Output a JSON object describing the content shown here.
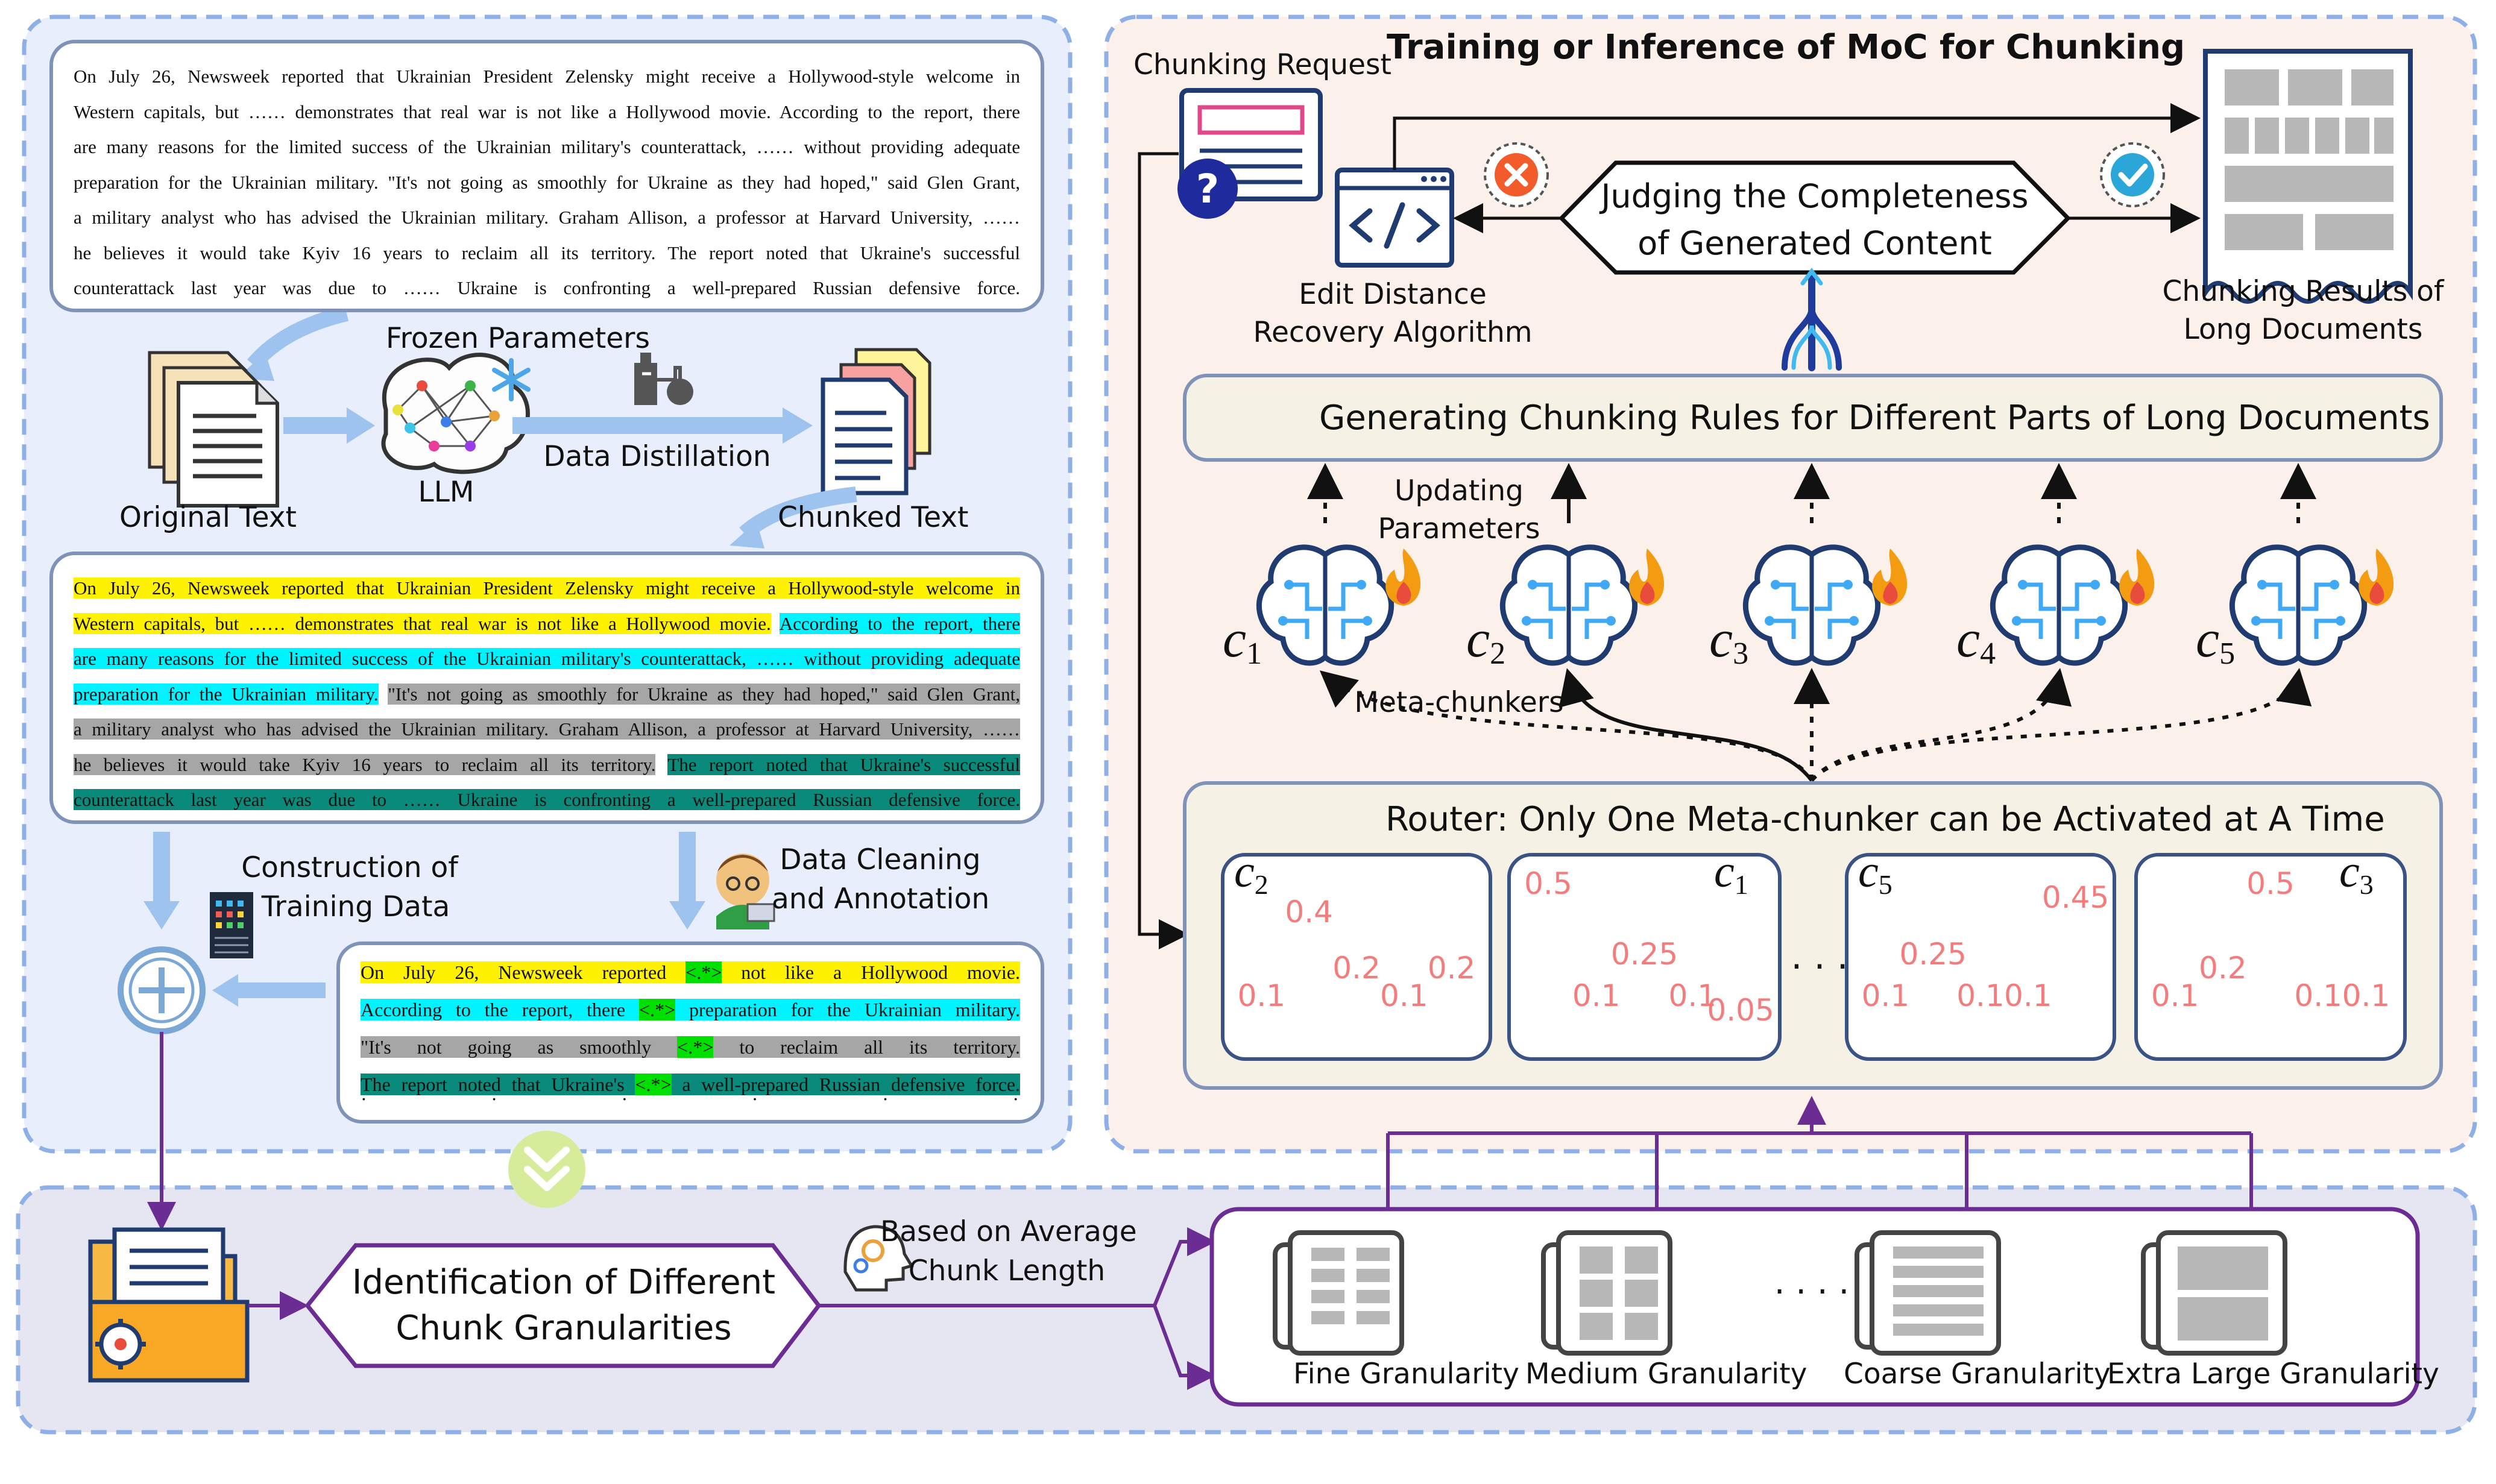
{
  "left_panel": {
    "original_text_lines": [
      "On July 26, Newsweek reported that Ukrainian President Zelensky might receive a Hollywood-style welcome in",
      "Western capitals, but …… demonstrates that real war is not like a Hollywood movie. According to the report, there",
      "are many reasons for the limited success of the Ukrainian military's counterattack, …… without providing adequate",
      "preparation for the Ukrainian military. \"It's not going as smoothly for Ukraine as they had hoped,\" said Glen Grant,",
      "a military analyst who has advised the Ukrainian military. Graham Allison, a professor at Harvard University, ……",
      "he believes it would take Kyiv 16 years to reclaim all its territory. The report noted that Ukraine's successful",
      "counterattack last year was due to …… Ukraine is confronting a well-prepared Russian defensive force."
    ],
    "chunked_text_lines": [
      [
        {
          "t": "On July 26, Newsweek reported that Ukrainian President Zelensky might receive a Hollywood-style welcome in",
          "c": "y"
        }
      ],
      [
        {
          "t": "Western capitals, but …… demonstrates that real war is not like a Hollywood movie.",
          "c": "y"
        },
        {
          "t": " ",
          "c": ""
        },
        {
          "t": "According to the report, there",
          "c": "c"
        }
      ],
      [
        {
          "t": "are many reasons for the limited success of the Ukrainian military's counterattack, …… without providing adequate",
          "c": "c"
        }
      ],
      [
        {
          "t": "preparation for the Ukrainian military.",
          "c": "c"
        },
        {
          "t": " ",
          "c": ""
        },
        {
          "t": "\"It's not going as smoothly for Ukraine as they had hoped,\" said Glen Grant,",
          "c": "g"
        }
      ],
      [
        {
          "t": "a military analyst who has advised the Ukrainian military. Graham Allison, a professor at Harvard University, ……",
          "c": "g"
        }
      ],
      [
        {
          "t": "he believes it would take Kyiv 16 years to reclaim all its territory.",
          "c": "g"
        },
        {
          "t": " ",
          "c": ""
        },
        {
          "t": "The report noted that Ukraine's successful",
          "c": "t"
        }
      ],
      [
        {
          "t": "counterattack last year was due to …… Ukraine is confronting a well-prepared Russian defensive force.",
          "c": "t"
        }
      ]
    ],
    "frozen_parameters": "Frozen Parameters",
    "original_text_label": "Original Text",
    "llm_label": "LLM",
    "data_distillation": "Data Distillation",
    "chunked_text_label": "Chunked Text",
    "construction_label_1": "Construction of",
    "construction_label_2": "Training Data",
    "cleaning_label_1": "Data Cleaning",
    "cleaning_label_2": "and Annotation",
    "training_examples": [
      {
        "pre": "On July 26, Newsweek reported ",
        "tag": "<.*>",
        "post": " not like a Hollywood movie.",
        "c": "y"
      },
      {
        "pre": "According to the report, there ",
        "tag": "<.*>",
        "post": " preparation for the Ukrainian military.",
        "c": "c"
      },
      {
        "pre": "\"It's not going as smoothly ",
        "tag": "<.*>",
        "post": " to reclaim all its territory.",
        "c": "g"
      },
      {
        "pre": "The report noted that Ukraine's ",
        "tag": "<.*>",
        "post": " a well-prepared Russian defensive force.",
        "c": "t"
      }
    ],
    "ellipsis": "· · · · · ·"
  },
  "right_panel": {
    "title": "Training or Inference of MoC  for Chunking",
    "chunking_request": "Chunking Request",
    "edit_distance_1": "Edit Distance",
    "edit_distance_2": "Recovery Algorithm",
    "judging_1": "Judging the Completeness",
    "judging_2": "of Generated Content",
    "results_1": "Chunking Results of",
    "results_2": "Long Documents",
    "rules": "Generating Chunking Rules for Different Parts of Long Documents",
    "updating_1": "Updating",
    "updating_2": "Parameters",
    "meta_chunkers_label": "Meta-chunkers",
    "chunkers": [
      {
        "sym": "c",
        "sub": "1"
      },
      {
        "sym": "c",
        "sub": "2"
      },
      {
        "sym": "c",
        "sub": "3"
      },
      {
        "sym": "c",
        "sub": "4"
      },
      {
        "sym": "c",
        "sub": "5"
      }
    ],
    "router_title": "Router: Only One Meta-chunker can be Activated at A Time",
    "router_ellipsis": "· · ·"
  },
  "chart_data": [
    {
      "type": "bar",
      "label_sym": "c",
      "label_sub": "2",
      "label_side": "left",
      "values": [
        0.1,
        0.4,
        0.2,
        0.1,
        0.2
      ],
      "value_labels": [
        "0.1",
        "0.4",
        "0.2",
        "0.1",
        "0.2"
      ],
      "ylim": [
        0,
        0.5
      ]
    },
    {
      "type": "bar",
      "label_sym": "c",
      "label_sub": "1",
      "label_side": "right",
      "values": [
        0.5,
        0.1,
        0.25,
        0.1,
        0.05
      ],
      "value_labels": [
        "0.5",
        "0.1",
        "0.25",
        "0.1",
        "0.05"
      ],
      "ylim": [
        0,
        0.5
      ]
    },
    {
      "type": "bar",
      "label_sym": "c",
      "label_sub": "5",
      "label_side": "left",
      "values": [
        0.1,
        0.25,
        0.1,
        0.1,
        0.45
      ],
      "value_labels": [
        "0.1",
        "0.25",
        "0.1",
        "0.1",
        "0.45"
      ],
      "ylim": [
        0,
        0.5
      ]
    },
    {
      "type": "bar",
      "label_sym": "c",
      "label_sub": "3",
      "label_side": "right",
      "values": [
        0.1,
        0.2,
        0.5,
        0.1,
        0.1
      ],
      "value_labels": [
        "0.1",
        "0.2",
        "0.5",
        "0.1",
        "0.1"
      ],
      "ylim": [
        0,
        0.5
      ]
    }
  ],
  "bottom_panel": {
    "identification_1": "Identification of Different",
    "identification_2": "Chunk Granularities",
    "based_1": "Based on Average",
    "based_2": "Chunk Length",
    "granularities": [
      "Fine Granularity",
      "Medium Granularity",
      "Coarse Granularity",
      "Extra Large Granularity"
    ],
    "gran_ellipsis": "· · · ·"
  },
  "colors": {
    "panel_border": "#8fb0e6",
    "left_bg": "#e8eefb",
    "right_bg": "#fcf0ea",
    "bottom_bg": "#e6e6f2",
    "bar": "#f47c7c",
    "arrow_blue": "#9dc3ee",
    "purple": "#6b2c93",
    "navy": "#1f3b70",
    "yellow": "#fff200",
    "cyan": "#00f4ff",
    "gray": "#a6a6a6",
    "teal": "#0a8a7a",
    "green": "#00e000"
  },
  "icons": [
    "documents-icon",
    "brain-network-icon",
    "snowflake-icon",
    "distill-flask-icon",
    "chunked-docs-icon",
    "plus-circle-icon",
    "server-rack-icon",
    "annotator-avatar-icon",
    "chevron-down-double-icon",
    "folder-gear-icon",
    "head-gears-icon",
    "chunking-request-icon",
    "question-badge-icon",
    "code-window-icon",
    "reject-x-icon",
    "accept-check-icon",
    "results-document-icon",
    "rule-tool-icon",
    "fork-connector-icon",
    "brain-icon",
    "flame-icon",
    "router-robot-icon",
    "stacked-documents-icon"
  ]
}
